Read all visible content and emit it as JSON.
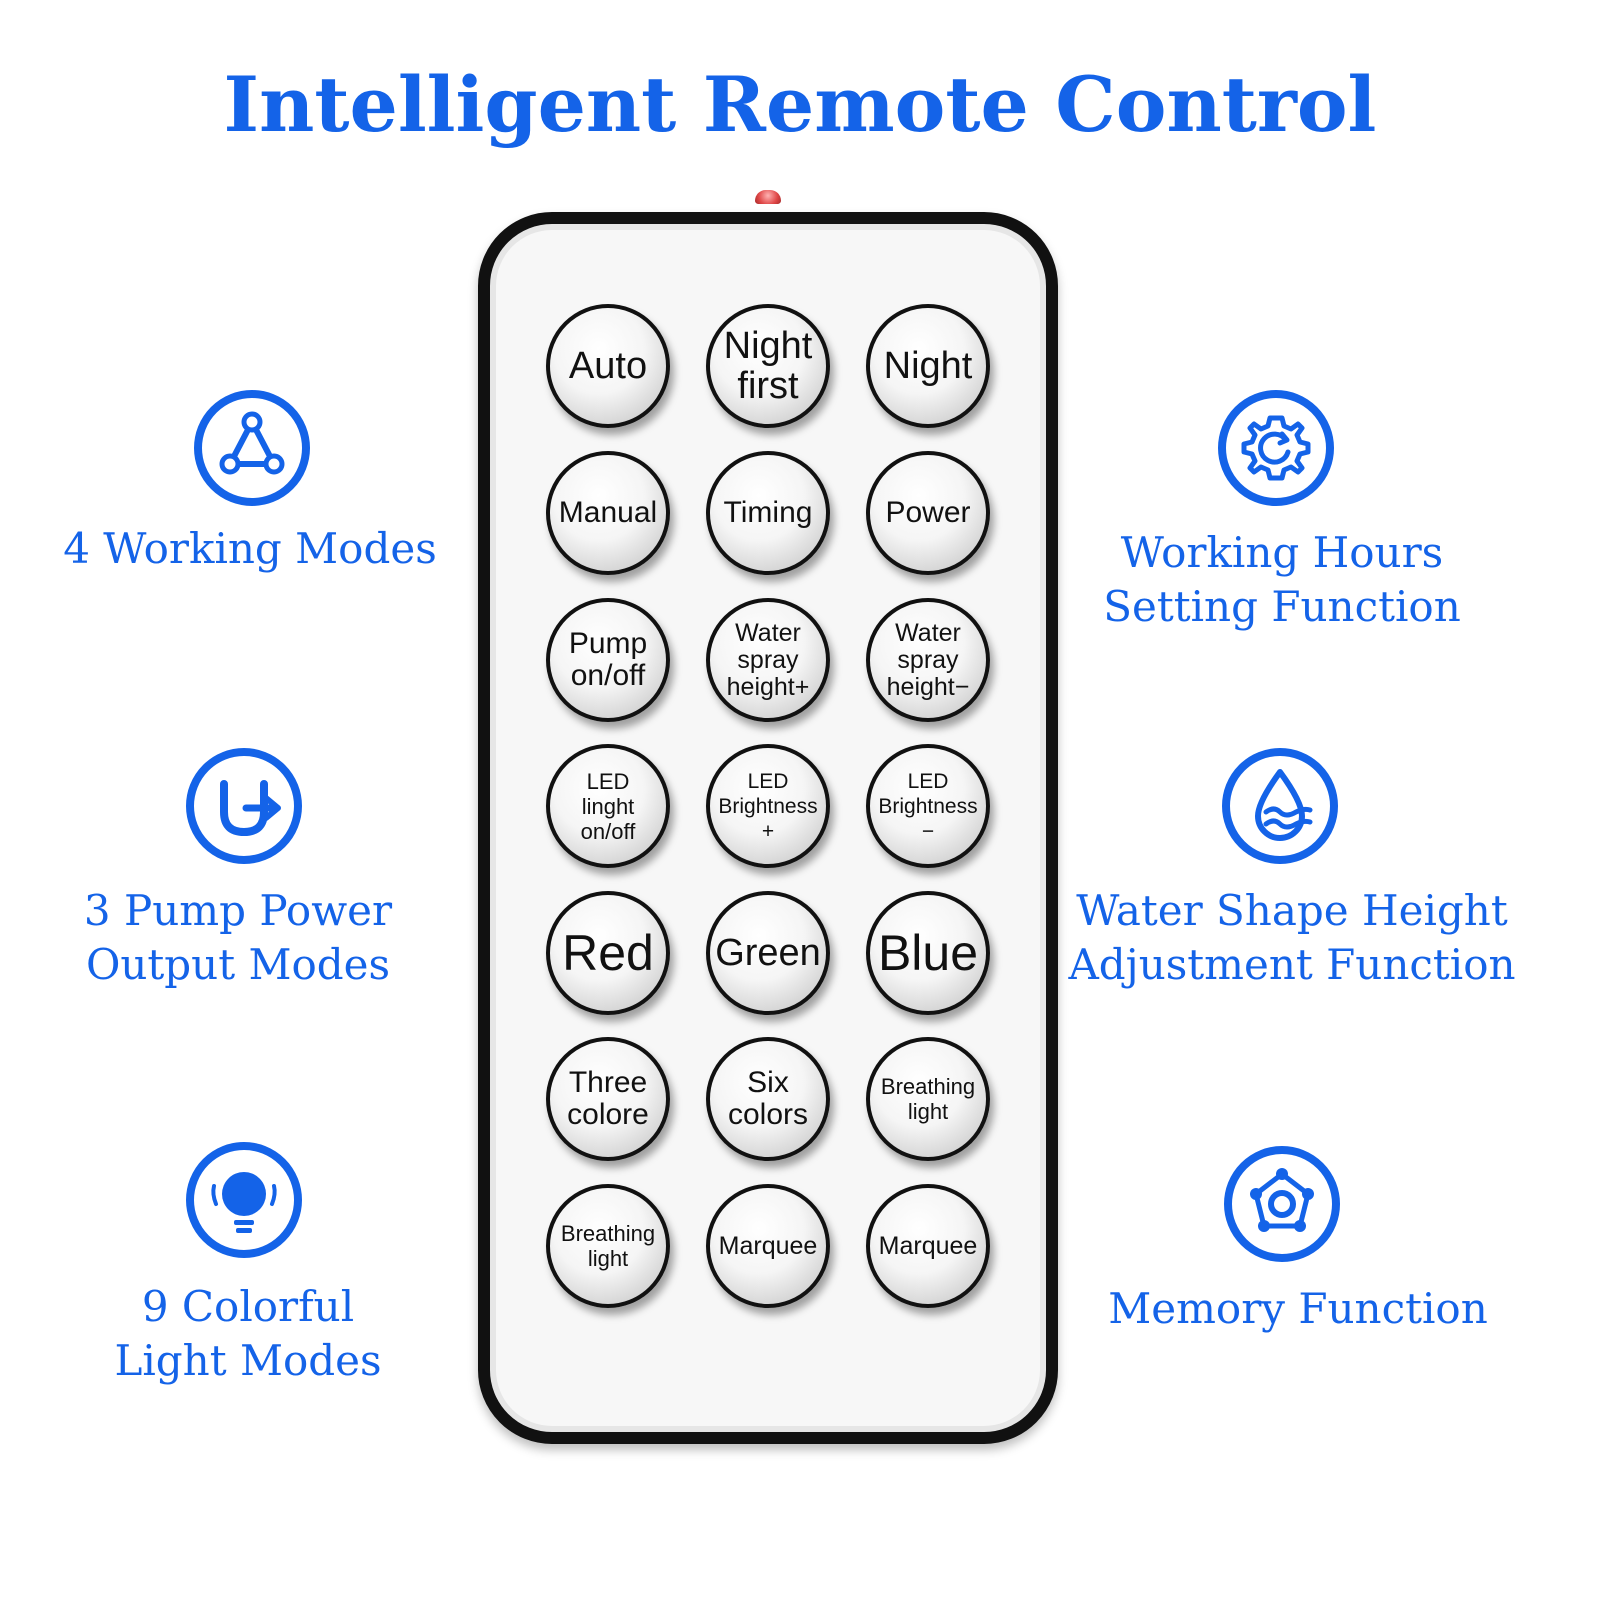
{
  "title": "Intelligent Remote Control",
  "colors": {
    "accent": "#1463e8",
    "remote_body": "#111111",
    "button_face": "#f5f5f5"
  },
  "features_left": [
    {
      "icon": "triangle-nodes-icon",
      "lines": [
        "4 Working Modes"
      ]
    },
    {
      "icon": "pump-pipe-icon",
      "lines": [
        "3 Pump Power",
        "Output Modes"
      ]
    },
    {
      "icon": "light-bulb-icon",
      "lines": [
        "9 Colorful",
        "Light Modes"
      ]
    }
  ],
  "features_right": [
    {
      "icon": "gear-refresh-icon",
      "lines": [
        "Working Hours",
        "Setting Function"
      ]
    },
    {
      "icon": "water-drop-icon",
      "lines": [
        "Water Shape Height",
        "Adjustment Function"
      ]
    },
    {
      "icon": "memory-nodes-icon",
      "lines": [
        "Memory Function"
      ]
    }
  ],
  "remote": {
    "buttons": [
      {
        "lines": [
          "Auto"
        ]
      },
      {
        "lines": [
          "Night",
          "first"
        ]
      },
      {
        "lines": [
          "Night"
        ]
      },
      {
        "lines": [
          "Manual"
        ]
      },
      {
        "lines": [
          "Timing"
        ]
      },
      {
        "lines": [
          "Power"
        ]
      },
      {
        "lines": [
          "Pump",
          "on/off"
        ]
      },
      {
        "lines": [
          "Water",
          "spray",
          "height+"
        ]
      },
      {
        "lines": [
          "Water",
          "spray",
          "height−"
        ]
      },
      {
        "lines": [
          "LED",
          "linght",
          "on/off"
        ]
      },
      {
        "lines": [
          "LED",
          "Brightness",
          "+"
        ]
      },
      {
        "lines": [
          "LED",
          "Brightness",
          "−"
        ]
      },
      {
        "lines": [
          "Red"
        ]
      },
      {
        "lines": [
          "Green"
        ]
      },
      {
        "lines": [
          "Blue"
        ]
      },
      {
        "lines": [
          "Three",
          "colore"
        ]
      },
      {
        "lines": [
          "Six",
          "colors"
        ]
      },
      {
        "lines": [
          "Breathing",
          "light"
        ]
      },
      {
        "lines": [
          "Breathing",
          "light"
        ]
      },
      {
        "lines": [
          "Marquee"
        ]
      },
      {
        "lines": [
          "Marquee"
        ]
      }
    ]
  }
}
